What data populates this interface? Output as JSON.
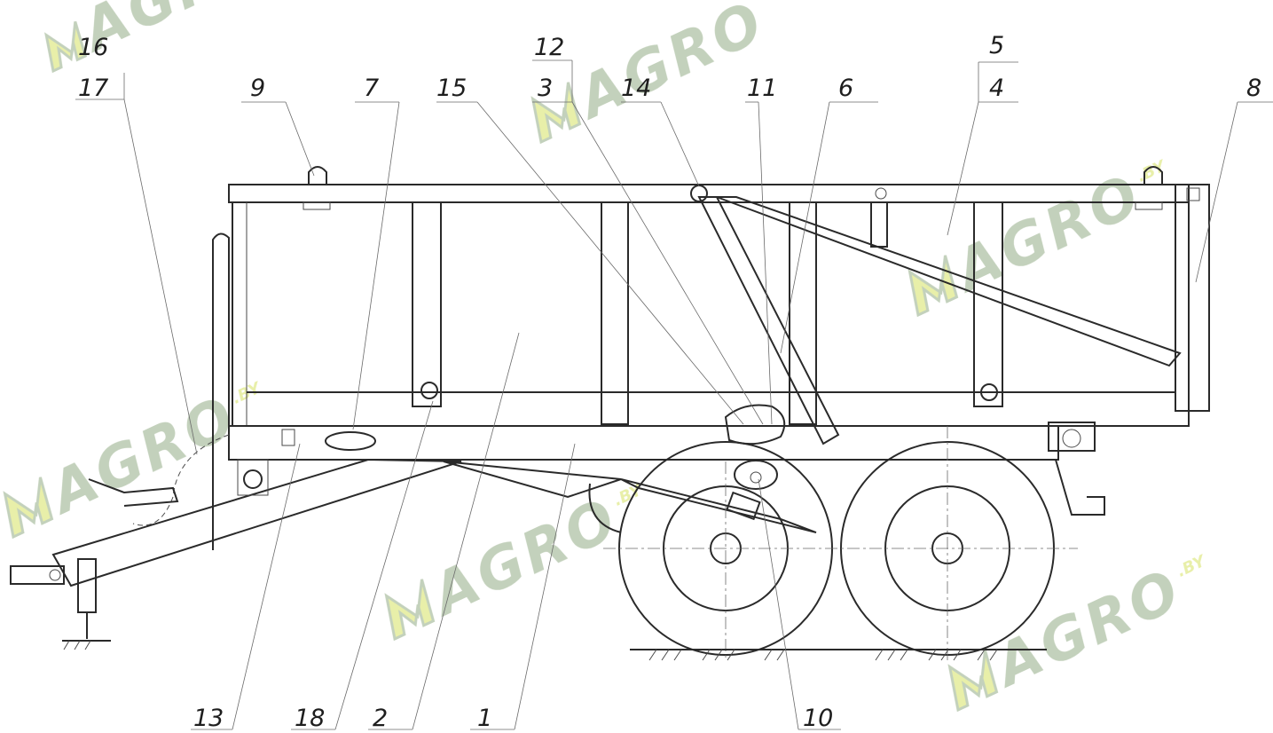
{
  "callouts": [
    {
      "id": "16",
      "label": "16"
    },
    {
      "id": "17",
      "label": "17"
    },
    {
      "id": "9",
      "label": "9"
    },
    {
      "id": "7",
      "label": "7"
    },
    {
      "id": "15",
      "label": "15"
    },
    {
      "id": "12",
      "label": "12"
    },
    {
      "id": "3",
      "label": "3"
    },
    {
      "id": "14",
      "label": "14"
    },
    {
      "id": "11",
      "label": "11"
    },
    {
      "id": "6",
      "label": "6"
    },
    {
      "id": "5",
      "label": "5"
    },
    {
      "id": "4",
      "label": "4"
    },
    {
      "id": "8",
      "label": "8"
    },
    {
      "id": "13",
      "label": "13"
    },
    {
      "id": "18",
      "label": "18"
    },
    {
      "id": "2",
      "label": "2"
    },
    {
      "id": "1",
      "label": "1"
    },
    {
      "id": "10",
      "label": "10"
    }
  ],
  "watermark": {
    "text": "AGRO",
    "suffix": ".BY",
    "color_main": "#b9c9b0",
    "color_accent": "#e4ec9a"
  }
}
